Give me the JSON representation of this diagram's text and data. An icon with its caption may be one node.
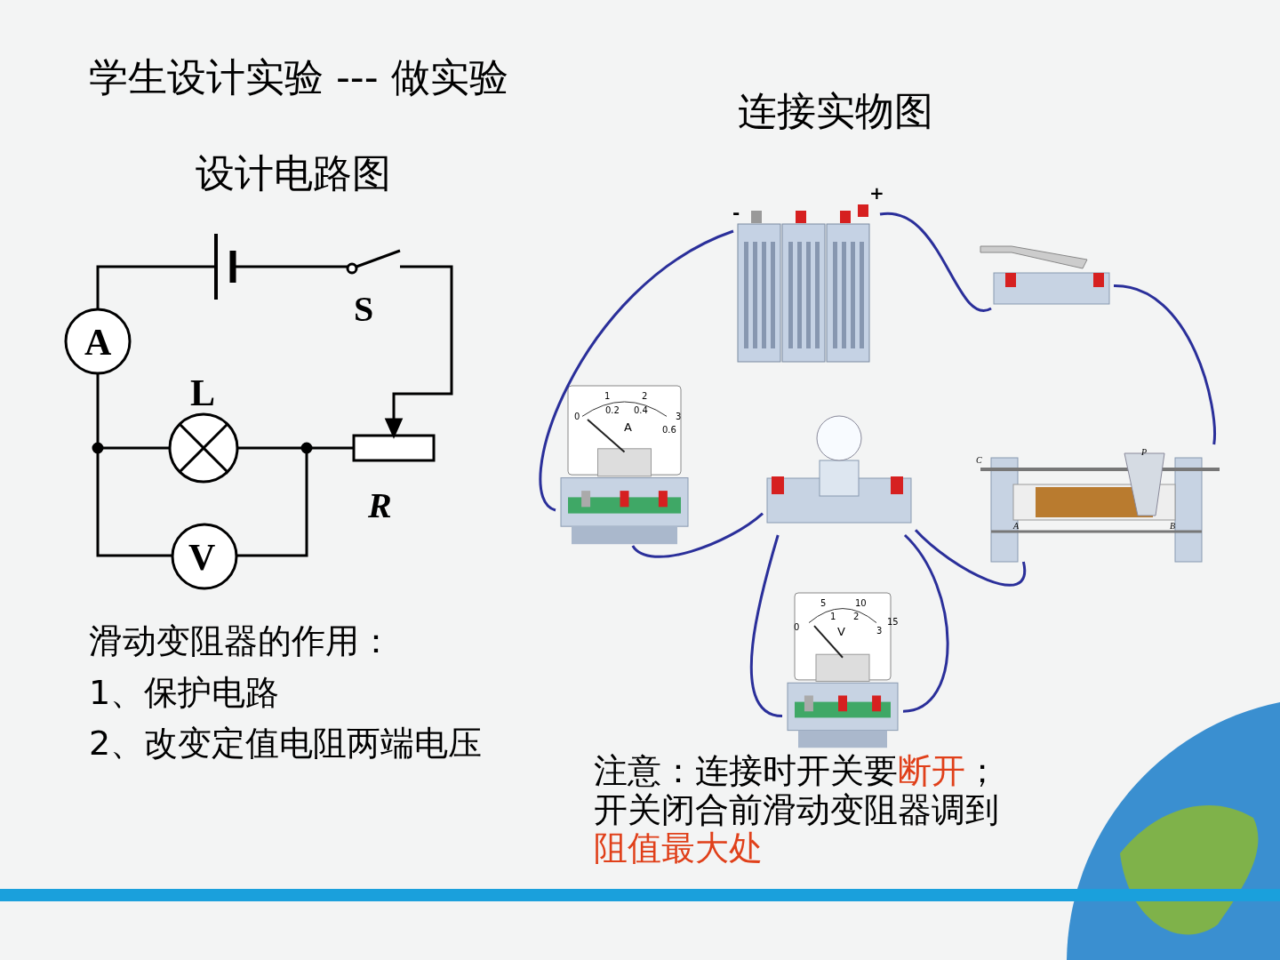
{
  "diagram": {
    "title": "学生设计实验 --- 做实验",
    "nodes": [
      {
        "text": [],
        "shape": "picture",
        "beside": [
          "-",
          "+"
        ]
      },
      {
        "text": [],
        "shape": "picture"
      },
      {
        "text": [
          "1",
          "2",
          "0.2",
          "0.4",
          "0",
          "3",
          "A",
          "0.6"
        ]
      },
      {
        "text": [],
        "shape": "picture"
      },
      {
        "text": [
          "P",
          "C",
          "A",
          "B"
        ]
      },
      {
        "text": [
          "5",
          "10",
          "1",
          "2",
          "15",
          "0",
          "3",
          "V"
        ]
      }
    ],
    "edges": [
      {
        "from": 0,
        "to": 2,
        "arrow": "none"
      },
      {
        "from": 0,
        "to": 1,
        "arrow": "none"
      },
      {
        "from": 1,
        "to": 4,
        "arrow": "none"
      },
      {
        "from": 2,
        "to": 3,
        "arrow": "none"
      },
      {
        "from": 3,
        "to": 5,
        "arrow": "none"
      },
      {
        "from": 3,
        "to": 5,
        "arrow": "none"
      },
      {
        "from": 3,
        "to": 4,
        "arrow": "none"
      }
    ],
    "labels": [
      "设计电路图",
      "连接实物图",
      "S",
      "A",
      "L",
      "R",
      "V",
      "滑动变阻器的作用：",
      "1、保护电路",
      "2、改变定值电阻两端电压",
      "注意：连接时开关要**断开**；开关闭合前滑动变阻器调到**阻值最大处**"
    ]
  }
}
